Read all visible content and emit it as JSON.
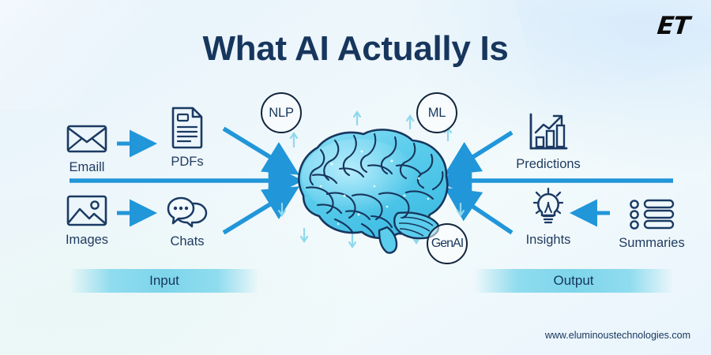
{
  "brand": {
    "logo_text": "ET"
  },
  "header": {
    "title": "What AI Actually Is"
  },
  "input_section": {
    "bar_label": "Input",
    "nodes": [
      {
        "label": "Emaill",
        "icon": "envelope-icon"
      },
      {
        "label": "PDFs",
        "icon": "document-icon"
      },
      {
        "label": "Images",
        "icon": "image-icon"
      },
      {
        "label": "Chats",
        "icon": "chat-bubbles-icon"
      }
    ]
  },
  "output_section": {
    "bar_label": "Output",
    "nodes": [
      {
        "label": "Predictions",
        "icon": "bar-chart-trend-icon"
      },
      {
        "label": "Insights",
        "icon": "lightbulb-icon"
      },
      {
        "label": "Summaries",
        "icon": "bullet-list-icon"
      }
    ]
  },
  "center": {
    "illustration": "brain-illustration",
    "badges": [
      {
        "label": "NLP"
      },
      {
        "label": "ML"
      },
      {
        "label": "GenAI"
      }
    ]
  },
  "footer": {
    "url": "www.eluminoustechnologies.com"
  },
  "colors": {
    "title": "#17365d",
    "arrow": "#2196d9",
    "icon_stroke": "#1b3a63",
    "brain_fill": "#5ecdec",
    "brain_stroke": "#17365d",
    "bar_gradient": "#8fdcee",
    "background": "#eef6fc"
  }
}
